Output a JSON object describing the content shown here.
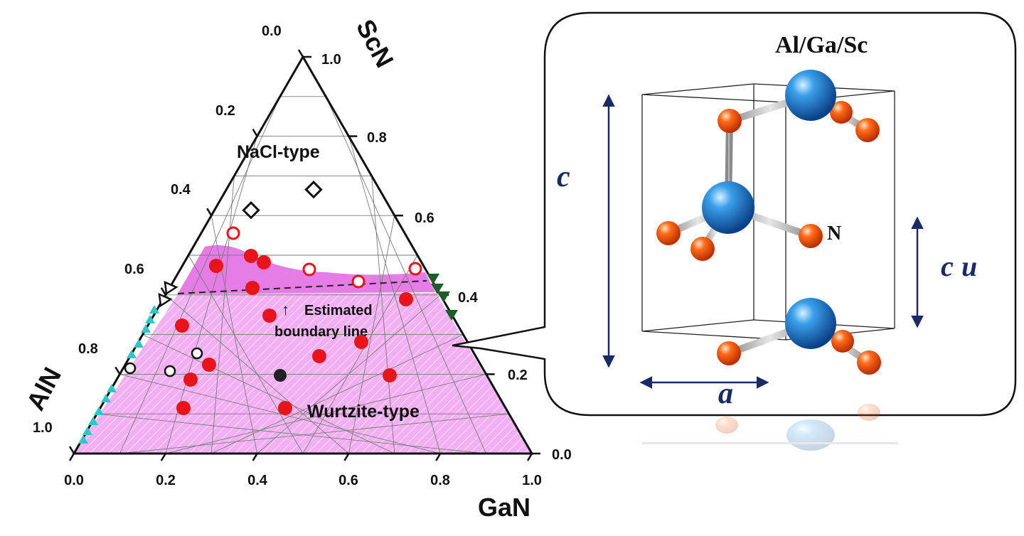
{
  "ternary": {
    "axes": {
      "scn": {
        "label": "ScN",
        "ticks": [
          "1.0",
          "0.8",
          "0.6",
          "0.4",
          "0.2",
          "0.0"
        ]
      },
      "aln": {
        "label": "AlN",
        "ticks": [
          "0.0",
          "0.2",
          "0.4",
          "0.6",
          "0.8",
          "1.0"
        ]
      },
      "gan": {
        "label": "GaN",
        "ticks": [
          "0.0",
          "0.2",
          "0.4",
          "0.6",
          "0.8",
          "1.0"
        ]
      }
    },
    "regions": {
      "nacl": "NaCl-type",
      "wurtzite": "Wurtzite-type",
      "boundary_arrow": "↑",
      "boundary_line1": "Estimated",
      "boundary_line2": "boundary line"
    },
    "colors": {
      "wurtzite_fill": "#f0a8f0",
      "boundary_fill": "#e67de6",
      "red": "#e8141c",
      "cyan": "#33c4c8",
      "green": "#1f5c2a"
    }
  },
  "structure": {
    "title": "Al/Ga/Sc",
    "atom_label": "N",
    "param_c": "c",
    "param_cu_c": "c",
    "param_cu_u": "u",
    "param_a": "a",
    "colors": {
      "metal": "#1a73c2",
      "nitrogen": "#f0500f",
      "arrow": "#1b2a63"
    }
  }
}
